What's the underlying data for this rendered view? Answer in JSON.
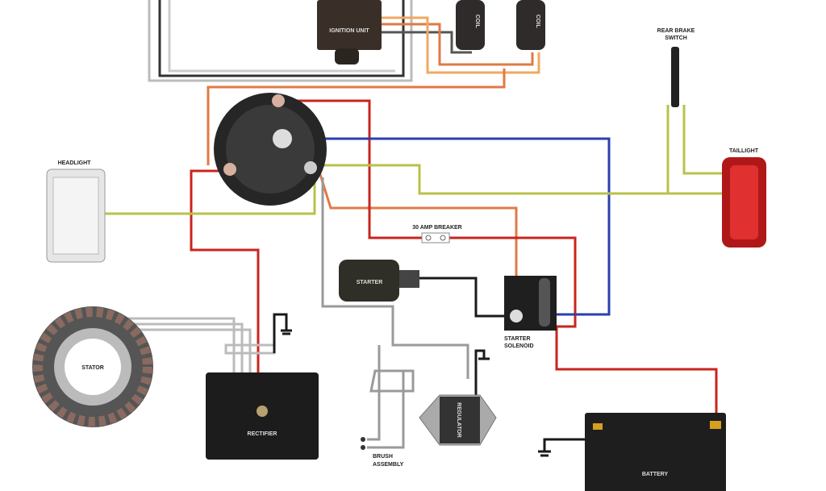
{
  "labels": {
    "ignition_unit": "IGNITION UNIT",
    "coil_1": "COIL",
    "coil_2": "COIL",
    "rear_brake_switch_line1": "REAR BRAKE",
    "rear_brake_switch_line2": "SWITCH",
    "headlight": "HEADLIGHT",
    "taillight": "TAILLIGHT",
    "breaker": "30 AMP BREAKER",
    "starter": "STARTER",
    "starter_solenoid_line1": "STARTER",
    "starter_solenoid_line2": "SOLENOID",
    "stator": "STATOR",
    "rectifier": "RECTIFIER",
    "regulator": "REGULATOR",
    "brush_assembly_line1": "BRUSH",
    "brush_assembly_line2": "ASSEMBLY",
    "battery": "BATTERY"
  },
  "wire_colors": {
    "red": "#c8251e",
    "orange": "#e07a45",
    "light_orange": "#f0a860",
    "blue": "#2b3fae",
    "yellow_green": "#b8c24a",
    "gray": "#9a9a9a",
    "black": "#1a1a1a",
    "white": "#e8e8e8"
  }
}
